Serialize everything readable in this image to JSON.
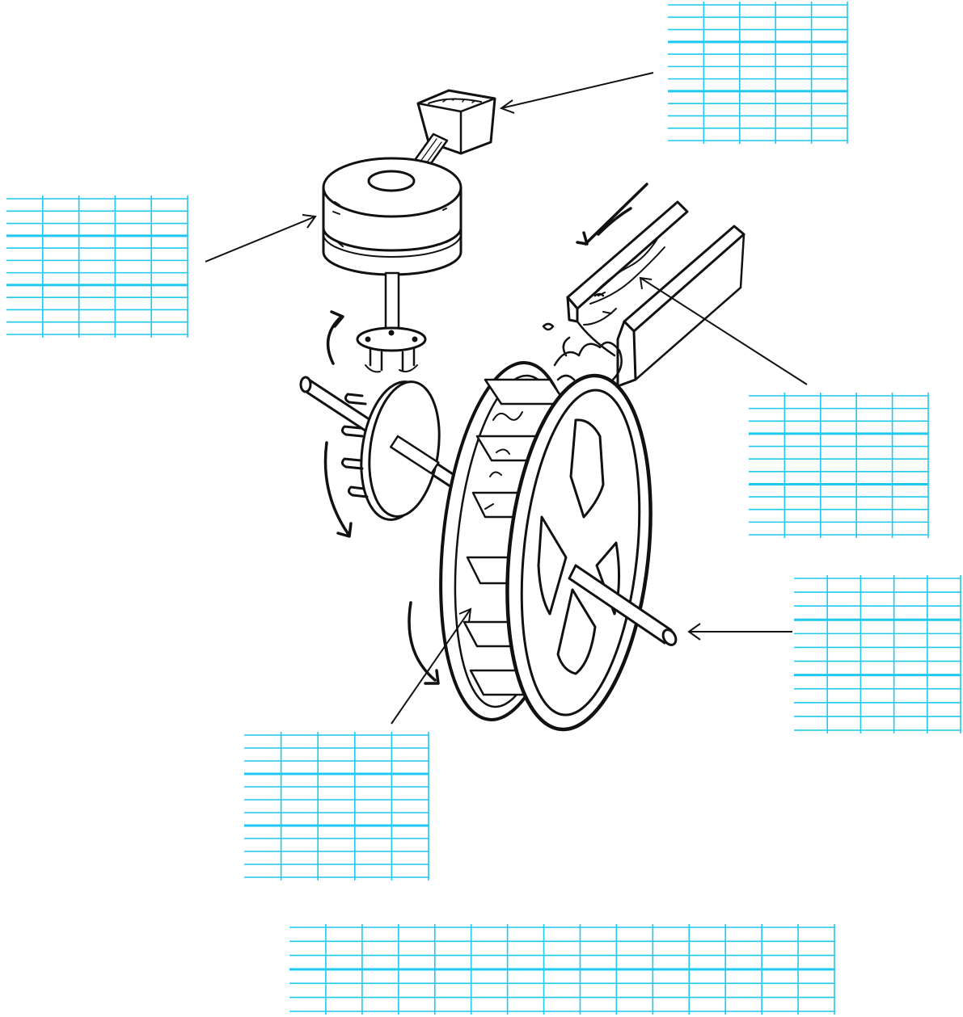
{
  "colors": {
    "ink": "#111111",
    "grid": "#1ec8f0",
    "background": "#ffffff"
  },
  "label_boxes": [
    {
      "name": "label-box-hopper",
      "rows": 11,
      "cols": 5
    },
    {
      "name": "label-box-millstones",
      "rows": 11,
      "cols": 5
    },
    {
      "name": "label-box-water-flume",
      "rows": 11,
      "cols": 5
    },
    {
      "name": "label-box-axle",
      "rows": 11,
      "cols": 5
    },
    {
      "name": "label-box-paddles",
      "rows": 11,
      "cols": 5
    },
    {
      "name": "label-box-caption",
      "rows": 6,
      "cols": 15
    }
  ],
  "icons": {
    "drawing": "waterwheel-mill-illustration",
    "pointer": "arrow-icon",
    "rotation": "curved-rotation-arrow-icon"
  }
}
